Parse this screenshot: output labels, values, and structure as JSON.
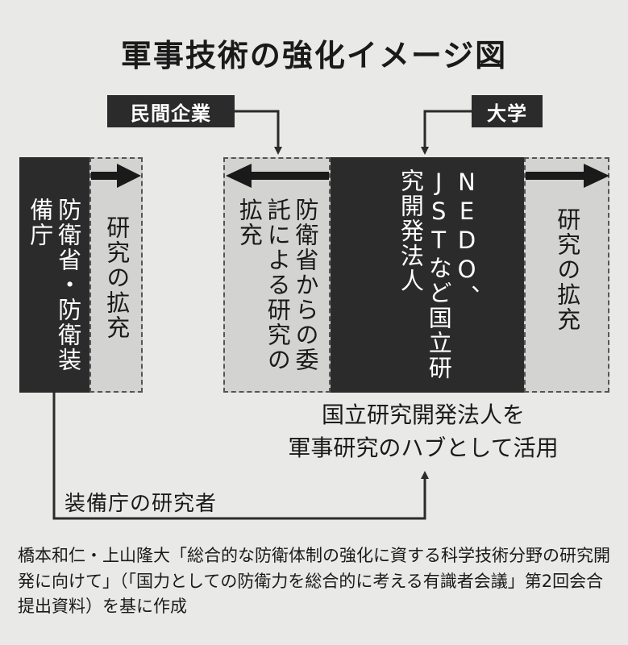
{
  "title": "軍事技術の強化イメージ図",
  "tags": {
    "private_company": "民間企業",
    "university": "大学"
  },
  "boxes": {
    "mod": "防衛省・防衛装備庁",
    "mod_research": "研究の拡充",
    "commissioned_research": "防衛省からの委託による研究の拡充",
    "institutes": "NEDO、JSTなど国立研究開発法人",
    "right_research": "研究の拡充"
  },
  "hub_note": [
    "国立研究開発法人を",
    "軍事研究のハブとして活用"
  ],
  "flow_label": "装備庁の研究者",
  "source": "橋本和仁・上山隆大「総合的な防衛体制の強化に資する科学技術分野の研究開発に向けて」（「国力としての防衛力を総合的に考える有識者会議」第2回会合提出資料）を基に作成"
}
